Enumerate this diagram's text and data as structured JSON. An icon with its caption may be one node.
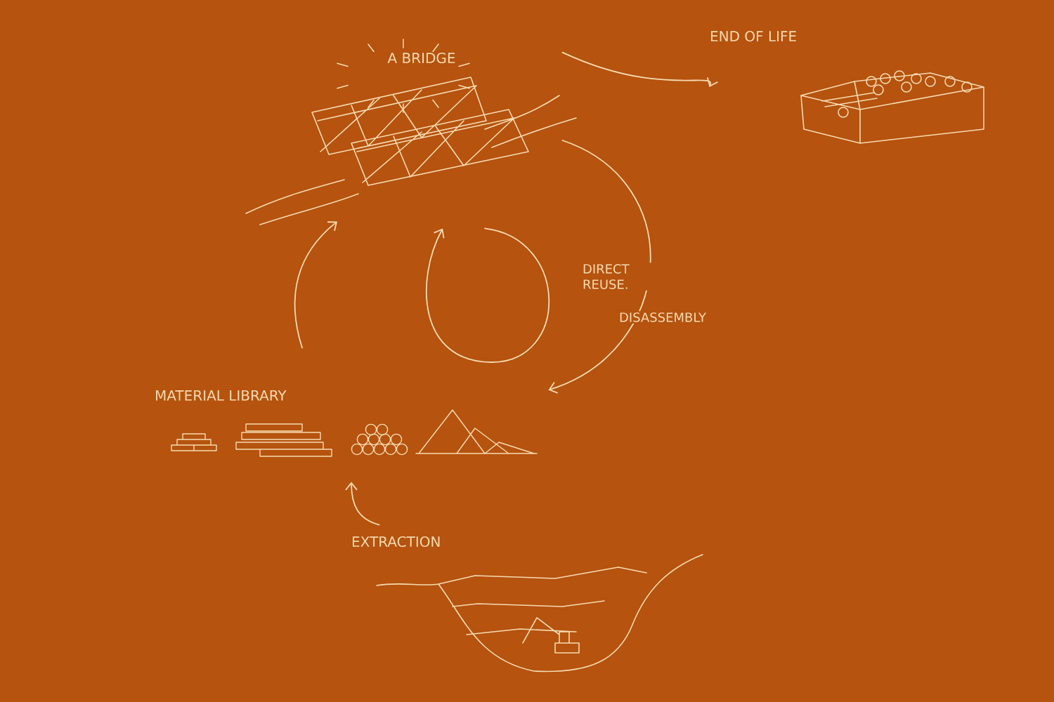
{
  "diagram": {
    "nodes": [
      {
        "text": [
          "A BRIDGE"
        ]
      },
      {
        "text": [
          "END OF LIFE"
        ]
      },
      {
        "text": [
          "MATERIAL LIBRARY"
        ]
      },
      {
        "text": [
          "EXTRACTION"
        ]
      }
    ],
    "edges": [
      {
        "from": 0,
        "to": 1,
        "arrow": "to"
      },
      {
        "from": 0,
        "to": 0,
        "arrow": "to",
        "label": "DIRECT REUSE."
      },
      {
        "from": 0,
        "to": 2,
        "arrow": "to",
        "label": "DISASSEMBLY"
      },
      {
        "from": 2,
        "to": 0,
        "arrow": "to"
      },
      {
        "from": 3,
        "to": 2,
        "arrow": "to"
      }
    ]
  }
}
